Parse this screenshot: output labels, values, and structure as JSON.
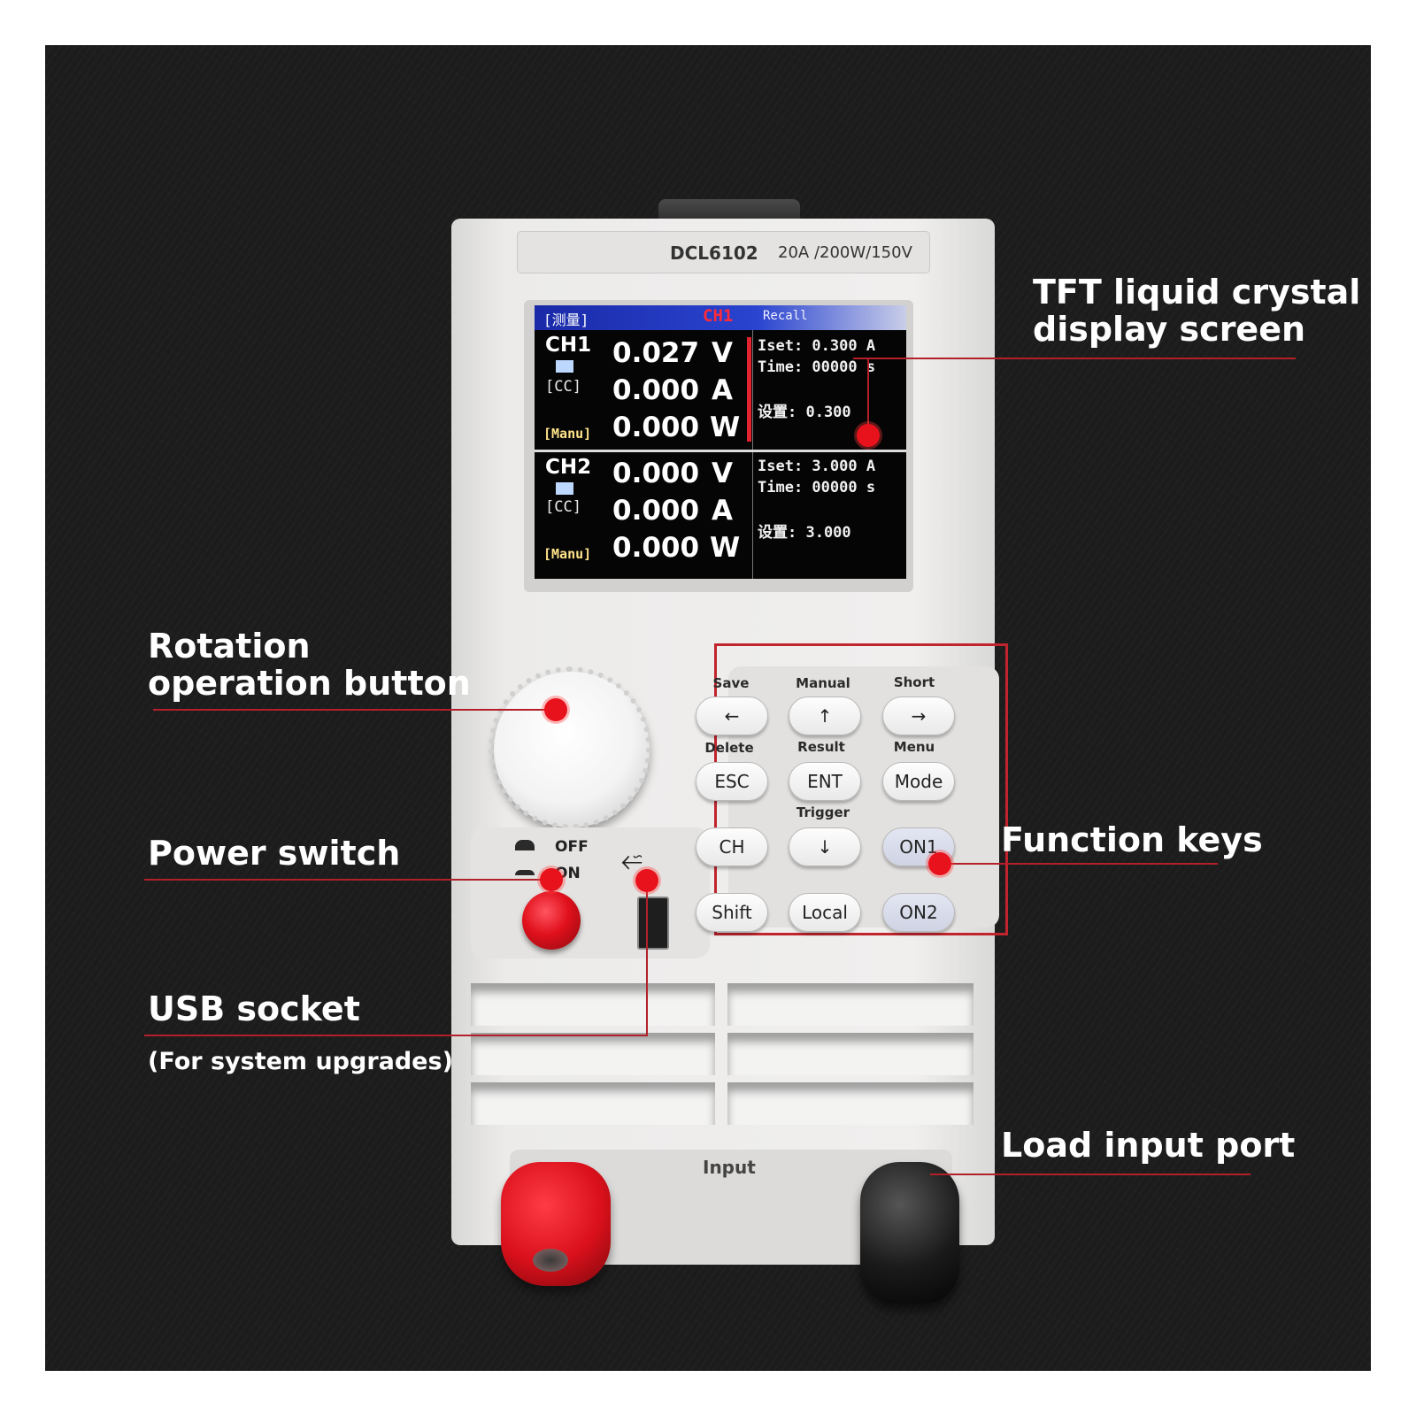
{
  "callouts": {
    "display_line1": "TFT liquid crystal",
    "display_line2": "display screen",
    "rotation_line1": "Rotation",
    "rotation_line2": "operation button",
    "power": "Power switch",
    "usb": "USB socket",
    "usb_note": "(For system upgrades)",
    "function_keys": "Function keys",
    "load_input": "Load input port"
  },
  "device": {
    "model": "DCL6102",
    "spec": "20A /200W/150V",
    "power_off": "OFF",
    "power_on": "ON",
    "usb_symbol": "⭁",
    "input_label": "Input"
  },
  "screen": {
    "header_mode": "[测量]",
    "header_channel": "CH1",
    "header_recall": "Recall",
    "ch1": {
      "label": "CH1",
      "mode": "[CC]",
      "trig": "[Manu]",
      "voltage": "0.027",
      "current": "0.000",
      "power": "0.000",
      "iset": "Iset: 0.300 A",
      "time": "Time: 00000 s",
      "setting": "设置: 0.300"
    },
    "ch2": {
      "label": "CH2",
      "mode": "[CC]",
      "trig": "[Manu]",
      "voltage": "0.000",
      "current": "0.000",
      "power": "0.000",
      "iset": "Iset: 3.000 A",
      "time": "Time: 00000 s",
      "setting": "设置: 3.000"
    },
    "units": {
      "v": "V",
      "a": "A",
      "w": "W"
    }
  },
  "keypad": {
    "caps": {
      "save": "Save",
      "manual": "Manual",
      "short": "Short",
      "delete": "Delete",
      "result": "Result",
      "menu": "Menu",
      "trigger": "Trigger"
    },
    "keys": {
      "left": "←",
      "up": "↑",
      "right": "→",
      "esc": "ESC",
      "ent": "ENT",
      "mode": "Mode",
      "ch": "CH",
      "down": "↓",
      "on1": "ON1",
      "shift": "Shift",
      "local": "Local",
      "on2": "ON2"
    }
  },
  "colors": {
    "accent_line": "#b3202a",
    "marker": "#e8121c",
    "background": "#1c1c1c"
  }
}
